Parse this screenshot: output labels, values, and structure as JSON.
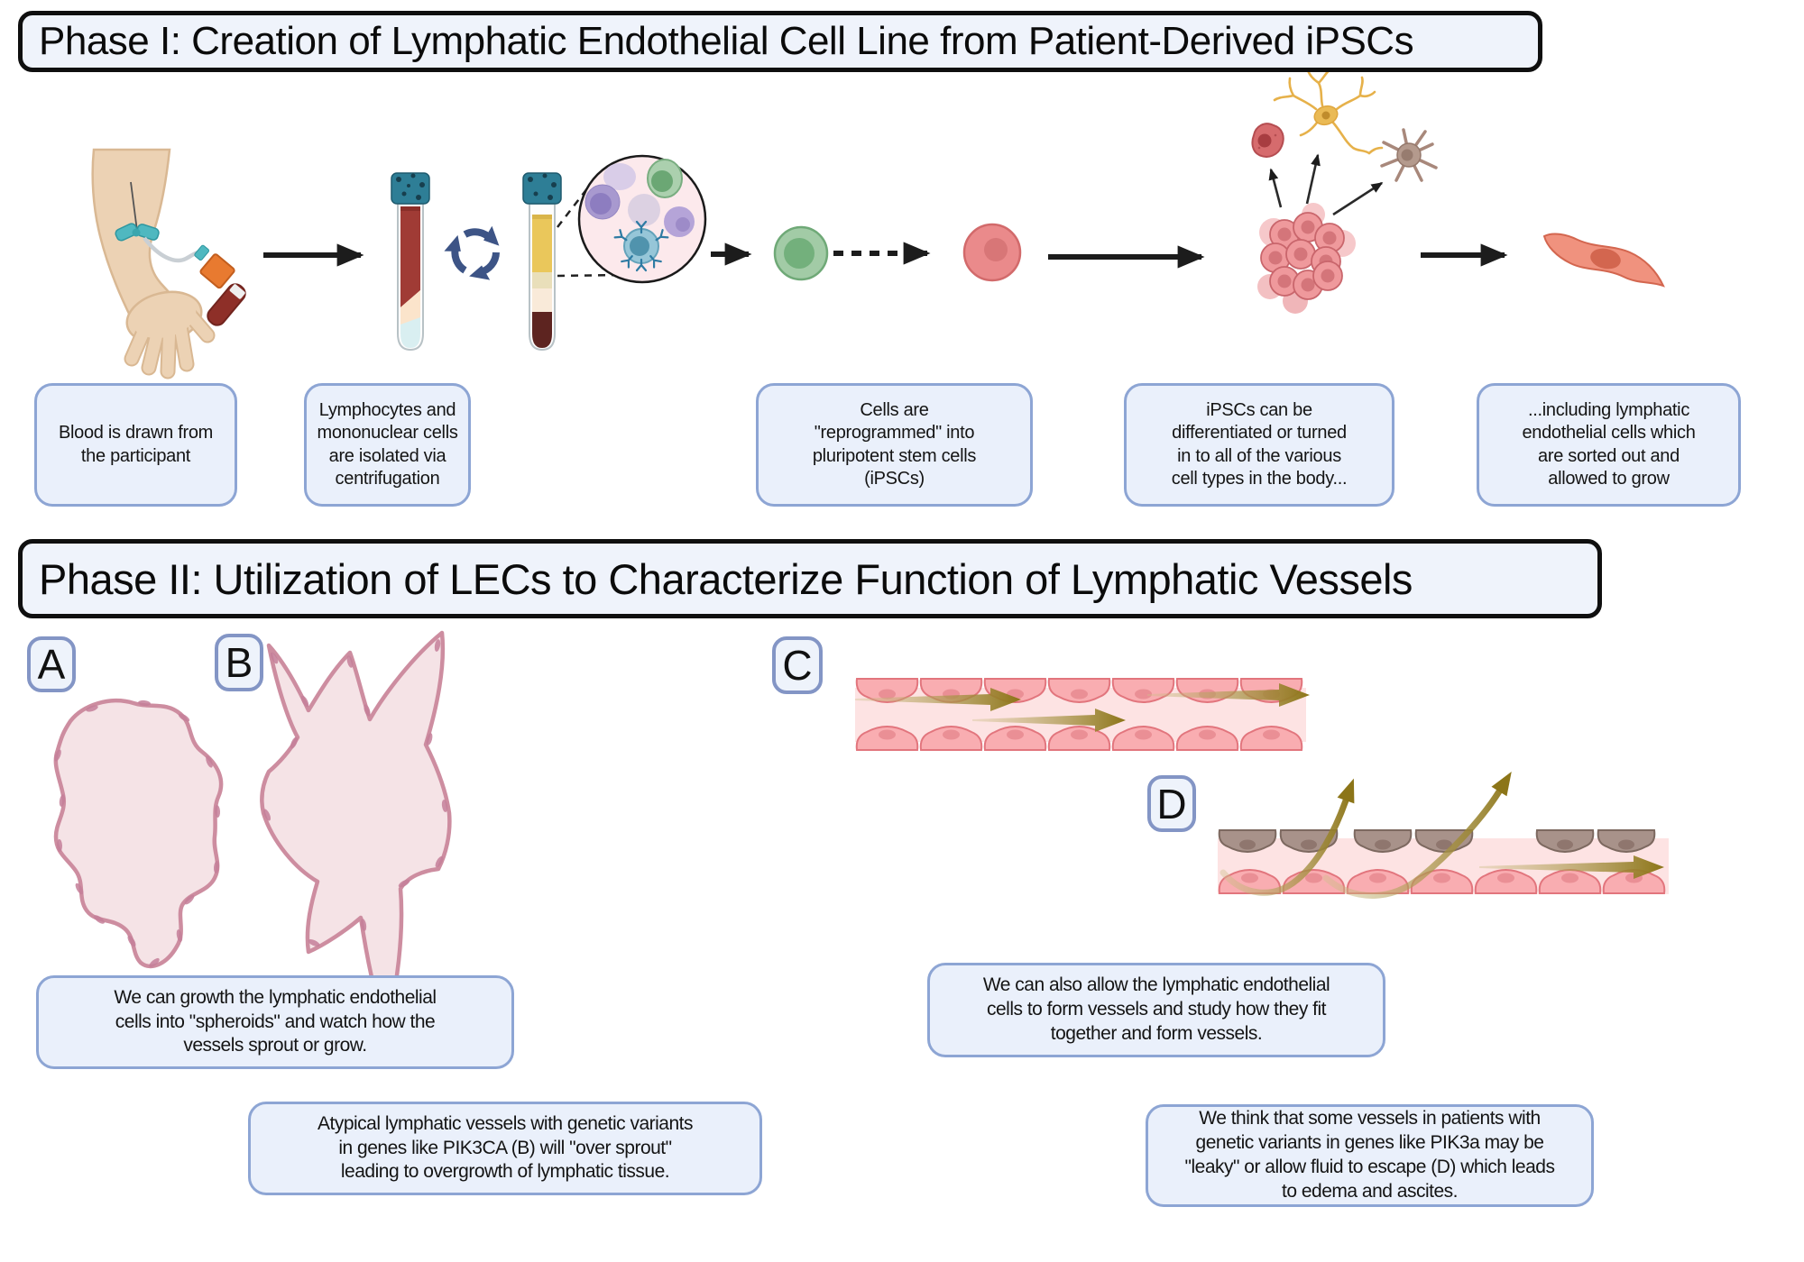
{
  "phase1": {
    "title": "Phase I: Creation of Lymphatic Endothelial Cell Line from Patient-Derived iPSCs",
    "captions": [
      "Blood is drawn from\nthe participant",
      "Lymphocytes and\nmononuclear cells\nare isolated via\ncentrifugation",
      "Cells are\n\"reprogrammed\" into\npluripotent stem cells\n(iPSCs)",
      "iPSCs can be\ndifferentiated or turned\nin to all of the various\ncell types in the body...",
      "...including lymphatic\nendothelial cells which\nare sorted out and\nallowed to grow"
    ]
  },
  "phase2": {
    "title": "Phase II: Utilization of LECs to Characterize Function of Lymphatic Vessels",
    "panel_labels": [
      "A",
      "B",
      "C",
      "D"
    ],
    "captions": [
      "We can growth the lymphatic endothelial\ncells into \"spheroids\" and watch how the\nvessels sprout or grow.",
      "Atypical lymphatic vessels with genetic variants\nin genes like PIK3CA (B) will \"over sprout\"\nleading to overgrowth of lymphatic tissue.",
      "We can also allow the lymphatic endothelial\ncells to form vessels and study how they fit\ntogether and form vessels.",
      "We think that some vessels in patients with\ngenetic variants in genes like PIK3a may be\n\"leaky\" or allow fluid to escape (D) which leads\nto edema and ascites."
    ]
  },
  "icons": {
    "centrifuge-cycle-icon": "three circular chasing arrows",
    "flow-arrow-icon": "solid black right arrow",
    "dashed-flow-arrow-icon": "dashed black right arrow",
    "magnifier-callout": "dashed callout circle of isolated cells"
  },
  "colors": {
    "caption_bg": "#eaf0fb",
    "caption_border": "#8da5d4",
    "title_bg": "#eff3fb",
    "title_border": "#0f0f0f",
    "flow_olive": "#8c7518",
    "vessel_cell_pink": "#f9adb1",
    "vessel_cell_gray": "#a8928a",
    "spheroid_fill": "#f5e3e6",
    "spheroid_border": "#cd8da0",
    "tube_cap_teal": "#2e7e96",
    "blood_red": "#a03b35",
    "plasma_yellow": "#eac75b"
  }
}
